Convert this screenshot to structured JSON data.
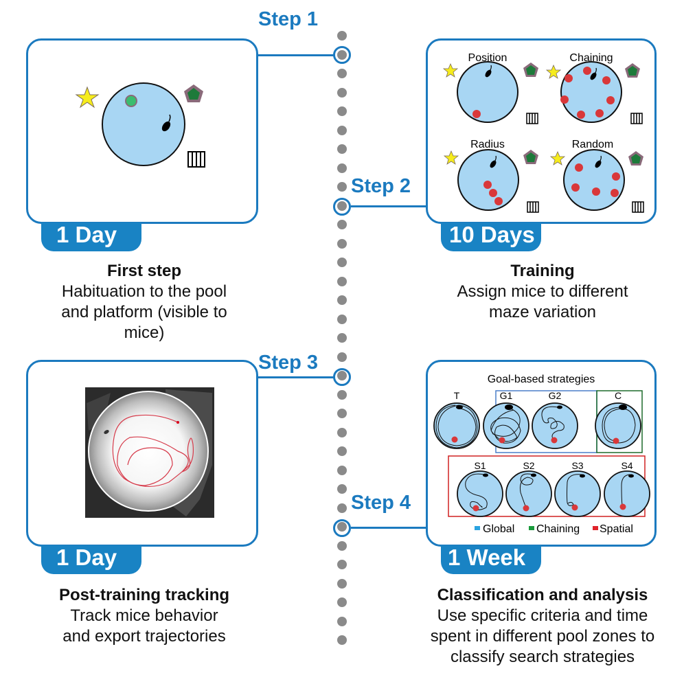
{
  "steps": [
    {
      "label": "Step 1",
      "duration": "1 Day",
      "title": "First step",
      "description_lines": [
        "Habituation to the pool",
        "and platform (visible to",
        "mice)"
      ]
    },
    {
      "label": "Step 2",
      "duration": "10 Days",
      "title": "Training",
      "description_lines": [
        "Assign mice to different",
        "maze variation"
      ],
      "variations": [
        "Position",
        "Chaining",
        "Radius",
        "Random"
      ]
    },
    {
      "label": "Step 3",
      "duration": "1 Day",
      "title": "Post-training tracking",
      "description_lines": [
        "Track mice behavior",
        "and export trajectories"
      ]
    },
    {
      "label": "Step 4",
      "duration": "1 Week",
      "title": "Classification and analysis",
      "description_lines": [
        "Use specific criteria and time",
        "spent in different pool zones to",
        "classify search strategies"
      ],
      "heading": "Goal-based strategies",
      "strategies_top": [
        "T",
        "G1",
        "G2",
        "C"
      ],
      "strategies_bottom": [
        "S1",
        "S2",
        "S3",
        "S4"
      ],
      "legend": [
        {
          "label": "Global",
          "color": "#2aa3e0"
        },
        {
          "label": "Chaining",
          "color": "#1a9a3c"
        },
        {
          "label": "Spatial",
          "color": "#e0232b"
        }
      ]
    }
  ],
  "colors": {
    "accent": "#1b7abf",
    "badge": "#1983c4",
    "pool": "#a8d6f3",
    "platform_red": "#d9383a",
    "platform_green": "#3bbd6f",
    "timeline_dot": "#8a8a8a"
  },
  "icons": {
    "cue_star": "star-icon",
    "cue_pentagon": "pentagon-icon",
    "cue_bars": "striped-box-icon",
    "mouse": "mouse-icon"
  }
}
